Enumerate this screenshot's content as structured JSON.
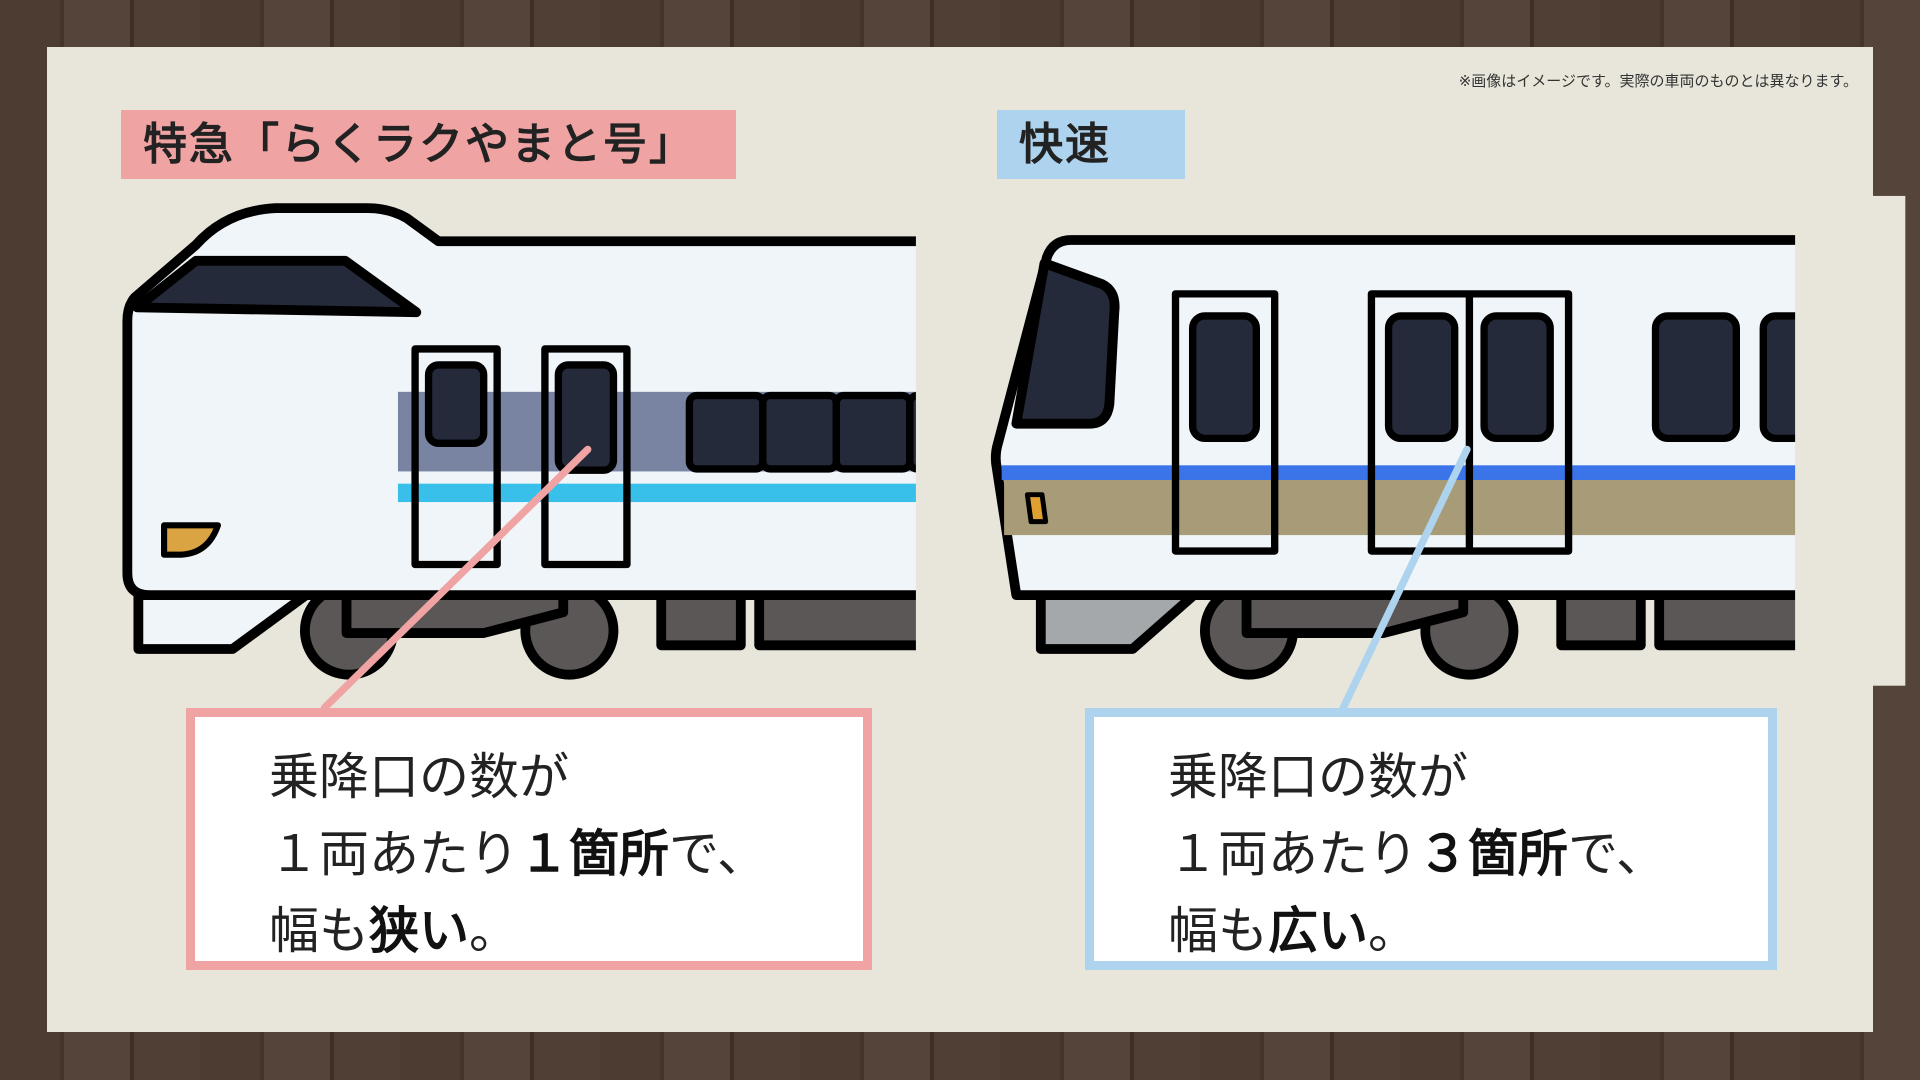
{
  "note": "※画像はイメージです。実際の車両のものとは異なります。",
  "left": {
    "title": "特急「らくラクやまと号」",
    "line1": "乗降口の数が",
    "line2a": "１両あたり",
    "line2b": "１箇所",
    "line2c": "で、",
    "line3a": "幅も",
    "line3b": "狭い",
    "line3c": "。"
  },
  "right": {
    "title": "快速",
    "line1": "乗降口の数が",
    "line2a": "１両あたり",
    "line2b": "３箇所",
    "line2c": "で、",
    "line3a": "幅も",
    "line3b": "広い",
    "line3c": "。"
  },
  "colors": {
    "pink": "#f0a3a3",
    "blue": "#aed3ee",
    "panel": "#e8e5da"
  }
}
